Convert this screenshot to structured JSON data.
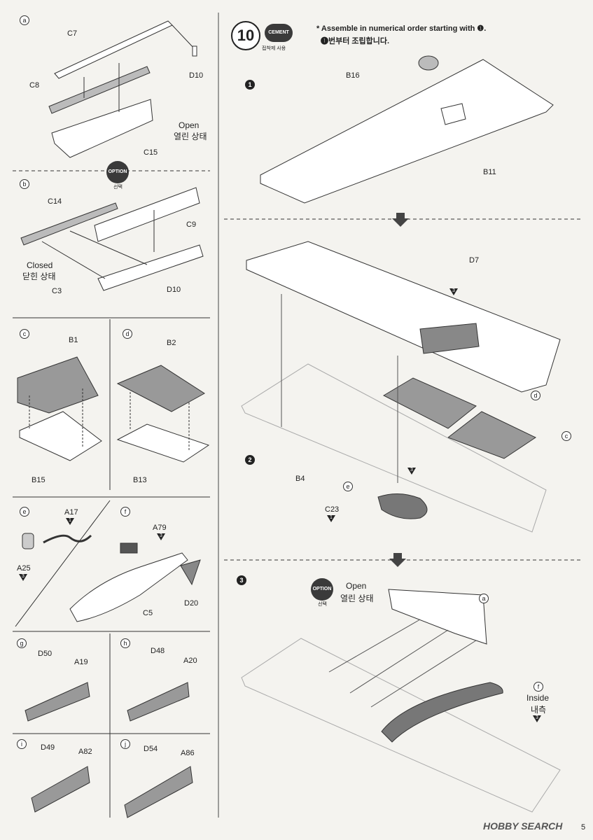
{
  "step": {
    "number": "10",
    "cement_label": "CEMENT",
    "cement_caption": "접착제 사용",
    "note_en": "* Assemble in numerical order starting with ❶.",
    "note_ko": "❶번부터 조립합니다."
  },
  "option": {
    "label": "OPTION",
    "caption": "선택"
  },
  "panel_a": {
    "marker": "a",
    "parts": [
      "C7",
      "C8",
      "D10",
      "C15"
    ],
    "state_en": "Open",
    "state_ko": "열린 상태"
  },
  "panel_b": {
    "marker": "b",
    "parts": [
      "C14",
      "C9",
      "C3",
      "D10"
    ],
    "state_en": "Closed",
    "state_ko": "닫힌 상태"
  },
  "panel_c": {
    "marker": "c",
    "parts": [
      "B1",
      "B15"
    ]
  },
  "panel_d": {
    "marker": "d",
    "parts": [
      "B2",
      "B13"
    ]
  },
  "panel_e": {
    "marker": "e",
    "parts": [
      "A17",
      "A25"
    ],
    "tri_a17": "1",
    "tri_a25": "3"
  },
  "panel_f": {
    "marker": "f",
    "parts": [
      "A79",
      "C5",
      "D20"
    ],
    "tri_a79": "3"
  },
  "panel_g": {
    "marker": "g",
    "parts": [
      "D50",
      "A19"
    ]
  },
  "panel_h": {
    "marker": "h",
    "parts": [
      "D48",
      "A20"
    ]
  },
  "panel_i": {
    "marker": "i",
    "parts": [
      "D49",
      "A82"
    ]
  },
  "panel_j": {
    "marker": "j",
    "parts": [
      "D54",
      "A86"
    ]
  },
  "sub1": {
    "number": "1",
    "parts": [
      "B16",
      "B11"
    ]
  },
  "sub2": {
    "number": "2",
    "parts": [
      "D7",
      "B4",
      "C23"
    ],
    "refs": [
      "d",
      "c",
      "e"
    ],
    "tri_wing": "3",
    "tri_e": "3",
    "tri_c23": "1"
  },
  "sub3": {
    "number": "3",
    "state_en": "Open",
    "state_ko": "열린 상태",
    "refs": [
      "a",
      "f"
    ],
    "inside_en": "Inside",
    "inside_ko": "내측",
    "tri_inside": "3"
  },
  "footer": {
    "watermark": "HOBBY SEARCH",
    "page_number": "5"
  }
}
